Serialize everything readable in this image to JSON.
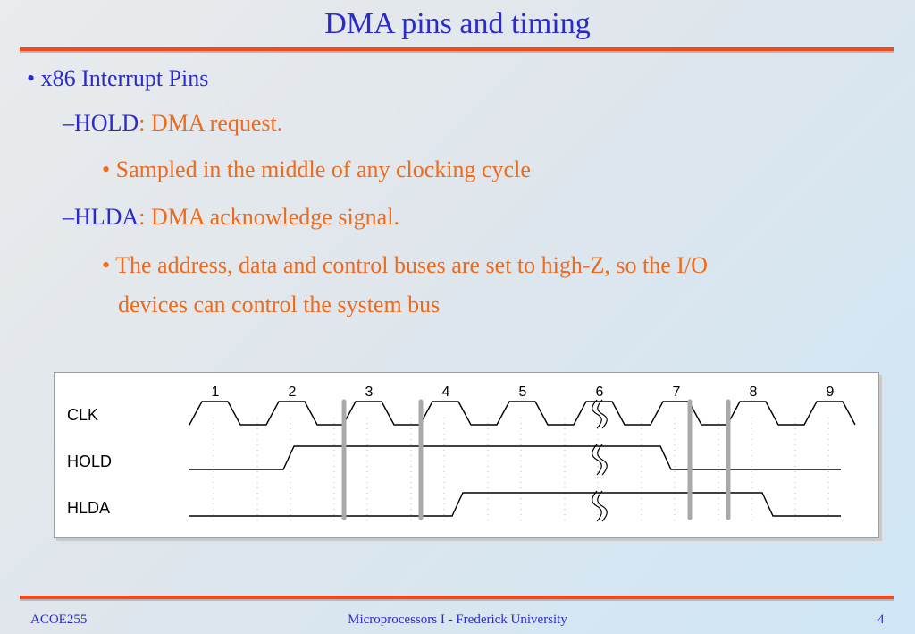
{
  "slide": {
    "title": "DMA pins and timing",
    "bullets": {
      "b1": "• x86 Interrupt Pins",
      "b2_dash": "–",
      "b2_term": "HOLD",
      "b2_desc": ": DMA request.",
      "b3": "• Sampled in the middle of any clocking cycle",
      "b4_dash": "–",
      "b4_term": "HLDA",
      "b4_desc": ": DMA acknowledge signal.",
      "b5_line1": "• The address, data and control buses are set to high-Z, so the I/O",
      "b5_line2": "devices can control the system bus"
    }
  },
  "timing_diagram": {
    "cycle_labels": [
      "1",
      "2",
      "3",
      "4",
      "5",
      "6",
      "7",
      "8",
      "9"
    ],
    "signals": [
      "CLK",
      "HOLD",
      "HLDA"
    ],
    "hold_high_cycles": [
      2,
      7
    ],
    "hlda_high_cycles": [
      4.5,
      8
    ],
    "sample_markers_cycles": [
      3,
      4,
      7.5,
      8
    ],
    "break_after_cycle": 6
  },
  "footer": {
    "left": "ACOE255",
    "center": "Microprocessors I - Frederick University",
    "right": "4"
  }
}
